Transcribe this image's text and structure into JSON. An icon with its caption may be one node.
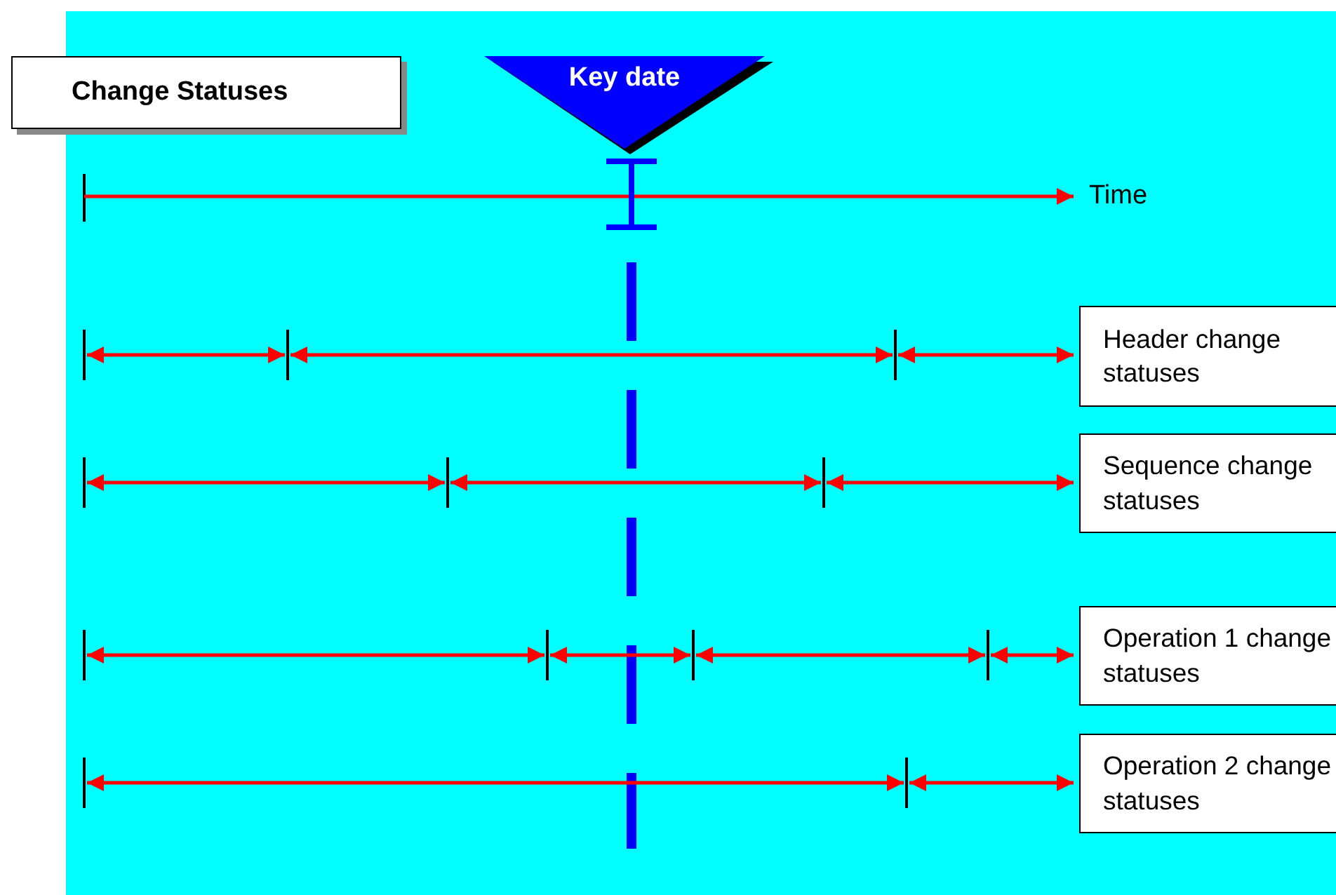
{
  "diagram": {
    "nodes": [
      {
        "text": [
          "Change Statuses"
        ]
      },
      {
        "text": [
          "Key date"
        ]
      },
      {
        "text": [
          "Header change statuses"
        ]
      },
      {
        "text": [
          "Sequence change statuses"
        ]
      },
      {
        "text": [
          "Operation 1 change statuses"
        ]
      },
      {
        "text": [
          "Operation 2 change statuses"
        ]
      }
    ],
    "labels": [
      "Time"
    ]
  }
}
